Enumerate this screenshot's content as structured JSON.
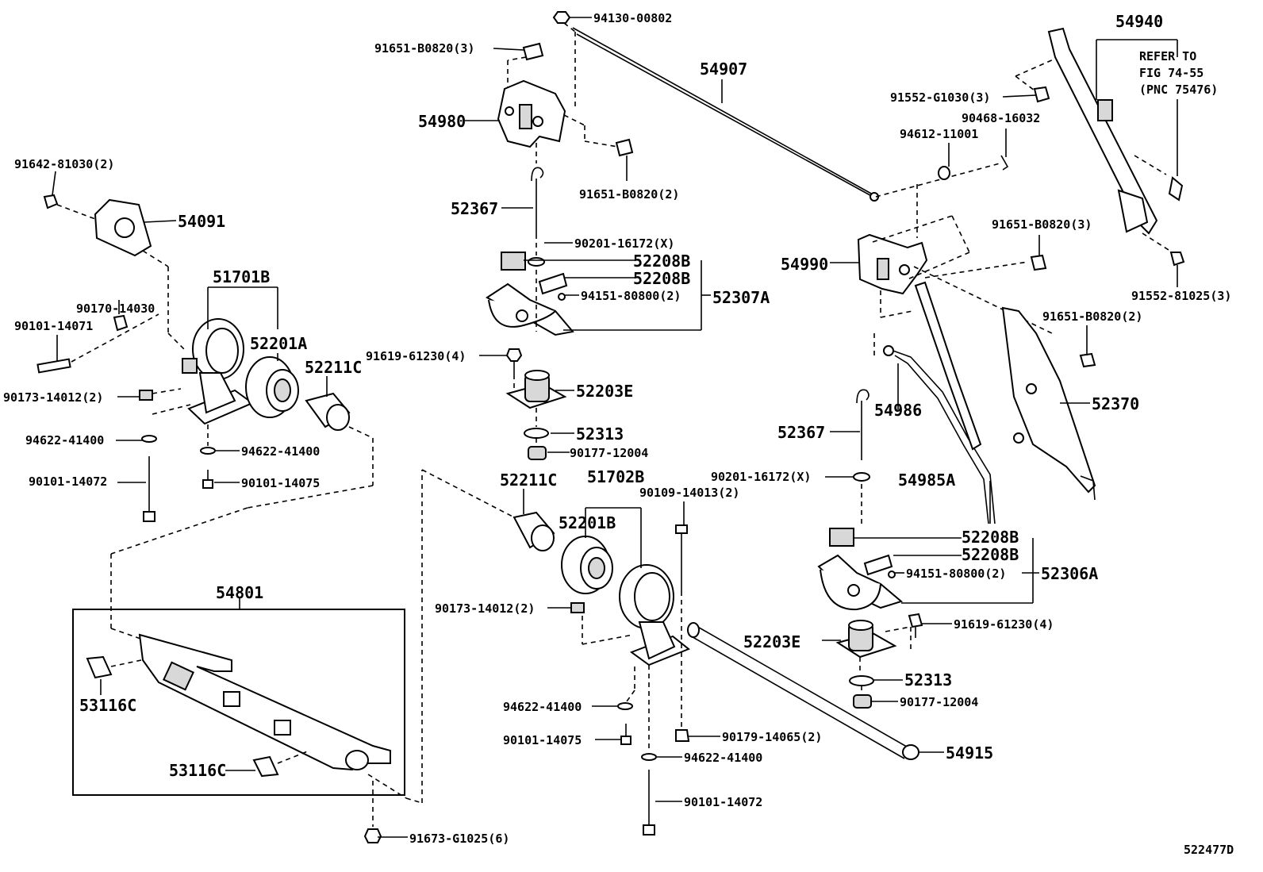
{
  "labels": {
    "l94130": "94130-00802",
    "l91651a": "91651-B0820(3)",
    "l54907": "54907",
    "l54980": "54980",
    "l91651b": "91651-B0820(2)",
    "l52367a": "52367",
    "l90201a": "90201-16172(X)",
    "l52208b1": "52208B",
    "l52208b2": "52208B",
    "l94151a": "94151-80800(2)",
    "l52307a": "52307A",
    "l91619a": "91619-61230(4)",
    "l52203e1": "52203E",
    "l52313a": "52313",
    "l90177a": "90177-12004",
    "l91642": "91642-81030(2)",
    "l54091": "54091",
    "l51701b": "51701B",
    "l90170": "90170-14030",
    "l52201a": "52201A",
    "l90101_071": "90101-14071",
    "l52211c1": "52211C",
    "l90173a": "90173-14012(2)",
    "l94622a": "94622-41400",
    "l94622b": "94622-41400",
    "l90101_072a": "90101-14072",
    "l90101_075a": "90101-14075",
    "l54801": "54801",
    "l53116c1": "53116C",
    "l53116c2": "53116C",
    "l91673": "91673-G1025(6)",
    "l52211c2": "52211C",
    "l51702b": "51702B",
    "l90109": "90109-14013(2)",
    "l52201b": "52201B",
    "l90173b": "90173-14012(2)",
    "l94622c": "94622-41400",
    "l90101_075b": "90101-14075",
    "l90179": "90179-14065(2)",
    "l94622d": "94622-41400",
    "l90101_072b": "90101-14072",
    "l54940": "54940",
    "l_refer1": "REFER TO",
    "l_refer2": "FIG 74-55",
    "l_refer3": "(PNC 75476)",
    "l91552a": "91552-G1030(3)",
    "l90468": "90468-16032",
    "l94612": "94612-11001",
    "l91651c": "91651-B0820(3)",
    "l54990": "54990",
    "l91552b": "91552-81025(3)",
    "l91651d": "91651-B0820(2)",
    "l52370": "52370",
    "l54986": "54986",
    "l52367b": "52367",
    "l90201b": "90201-16172(X)",
    "l54985a": "54985A",
    "l52208b3": "52208B",
    "l52208b4": "52208B",
    "l94151b": "94151-80800(2)",
    "l52306a": "52306A",
    "l91619b": "91619-61230(4)",
    "l52203e2": "52203E",
    "l52313b": "52313",
    "l90177b": "90177-12004",
    "l54915": "54915",
    "l_fig": "522477D"
  }
}
